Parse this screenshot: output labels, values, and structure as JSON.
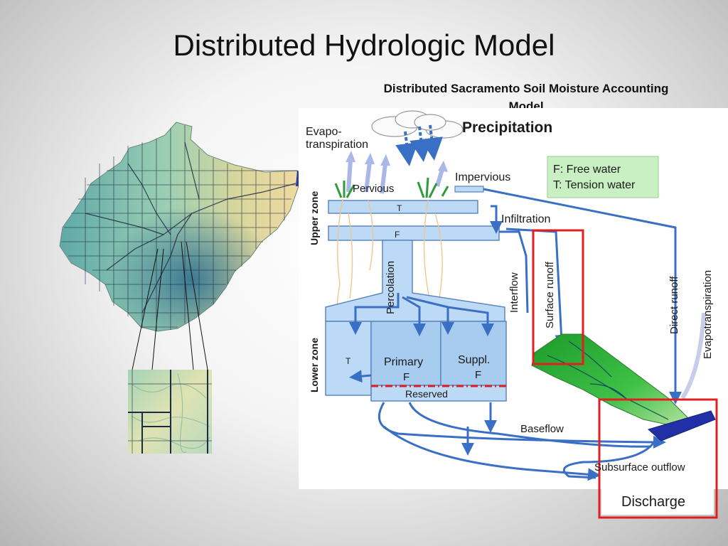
{
  "title": "Distributed Hydrologic Model",
  "subtitle_line1": "Distributed Sacramento Soil Moisture Accounting",
  "subtitle_line2": "Model",
  "diagram": {
    "evapo_line1": "Evapo-",
    "evapo_line2": "transpiration",
    "precipitation": "Precipitation",
    "impervious": "Impervious",
    "legend_free": "F: Free water",
    "legend_tension": "T: Tension water",
    "upper_zone": "Upper zone",
    "lower_zone": "Lower zone",
    "pervious": "Pervious",
    "t_label": "T",
    "f_label": "F",
    "infiltration": "Infiltration",
    "percolation": "Percolation",
    "interflow": "Interflow",
    "surface_runoff": "Surface runoff",
    "direct_runoff": "Direct runoff",
    "evapotranspiration": "Evapotranspiration",
    "lower_t": "T",
    "primary": "Primary",
    "primary_f": "F",
    "suppl": "Suppl.",
    "suppl_f": "F",
    "reserved": "Reserved",
    "baseflow": "Baseflow",
    "subsurface_outflow": "Subsurface outflow",
    "discharge": "Discharge"
  },
  "colors": {
    "water": "#bcd9f5",
    "arrow": "#3a6fc6",
    "highlight": "#e02020",
    "legend_bg": "#c9f0c2",
    "grid": "#1f2a44"
  }
}
